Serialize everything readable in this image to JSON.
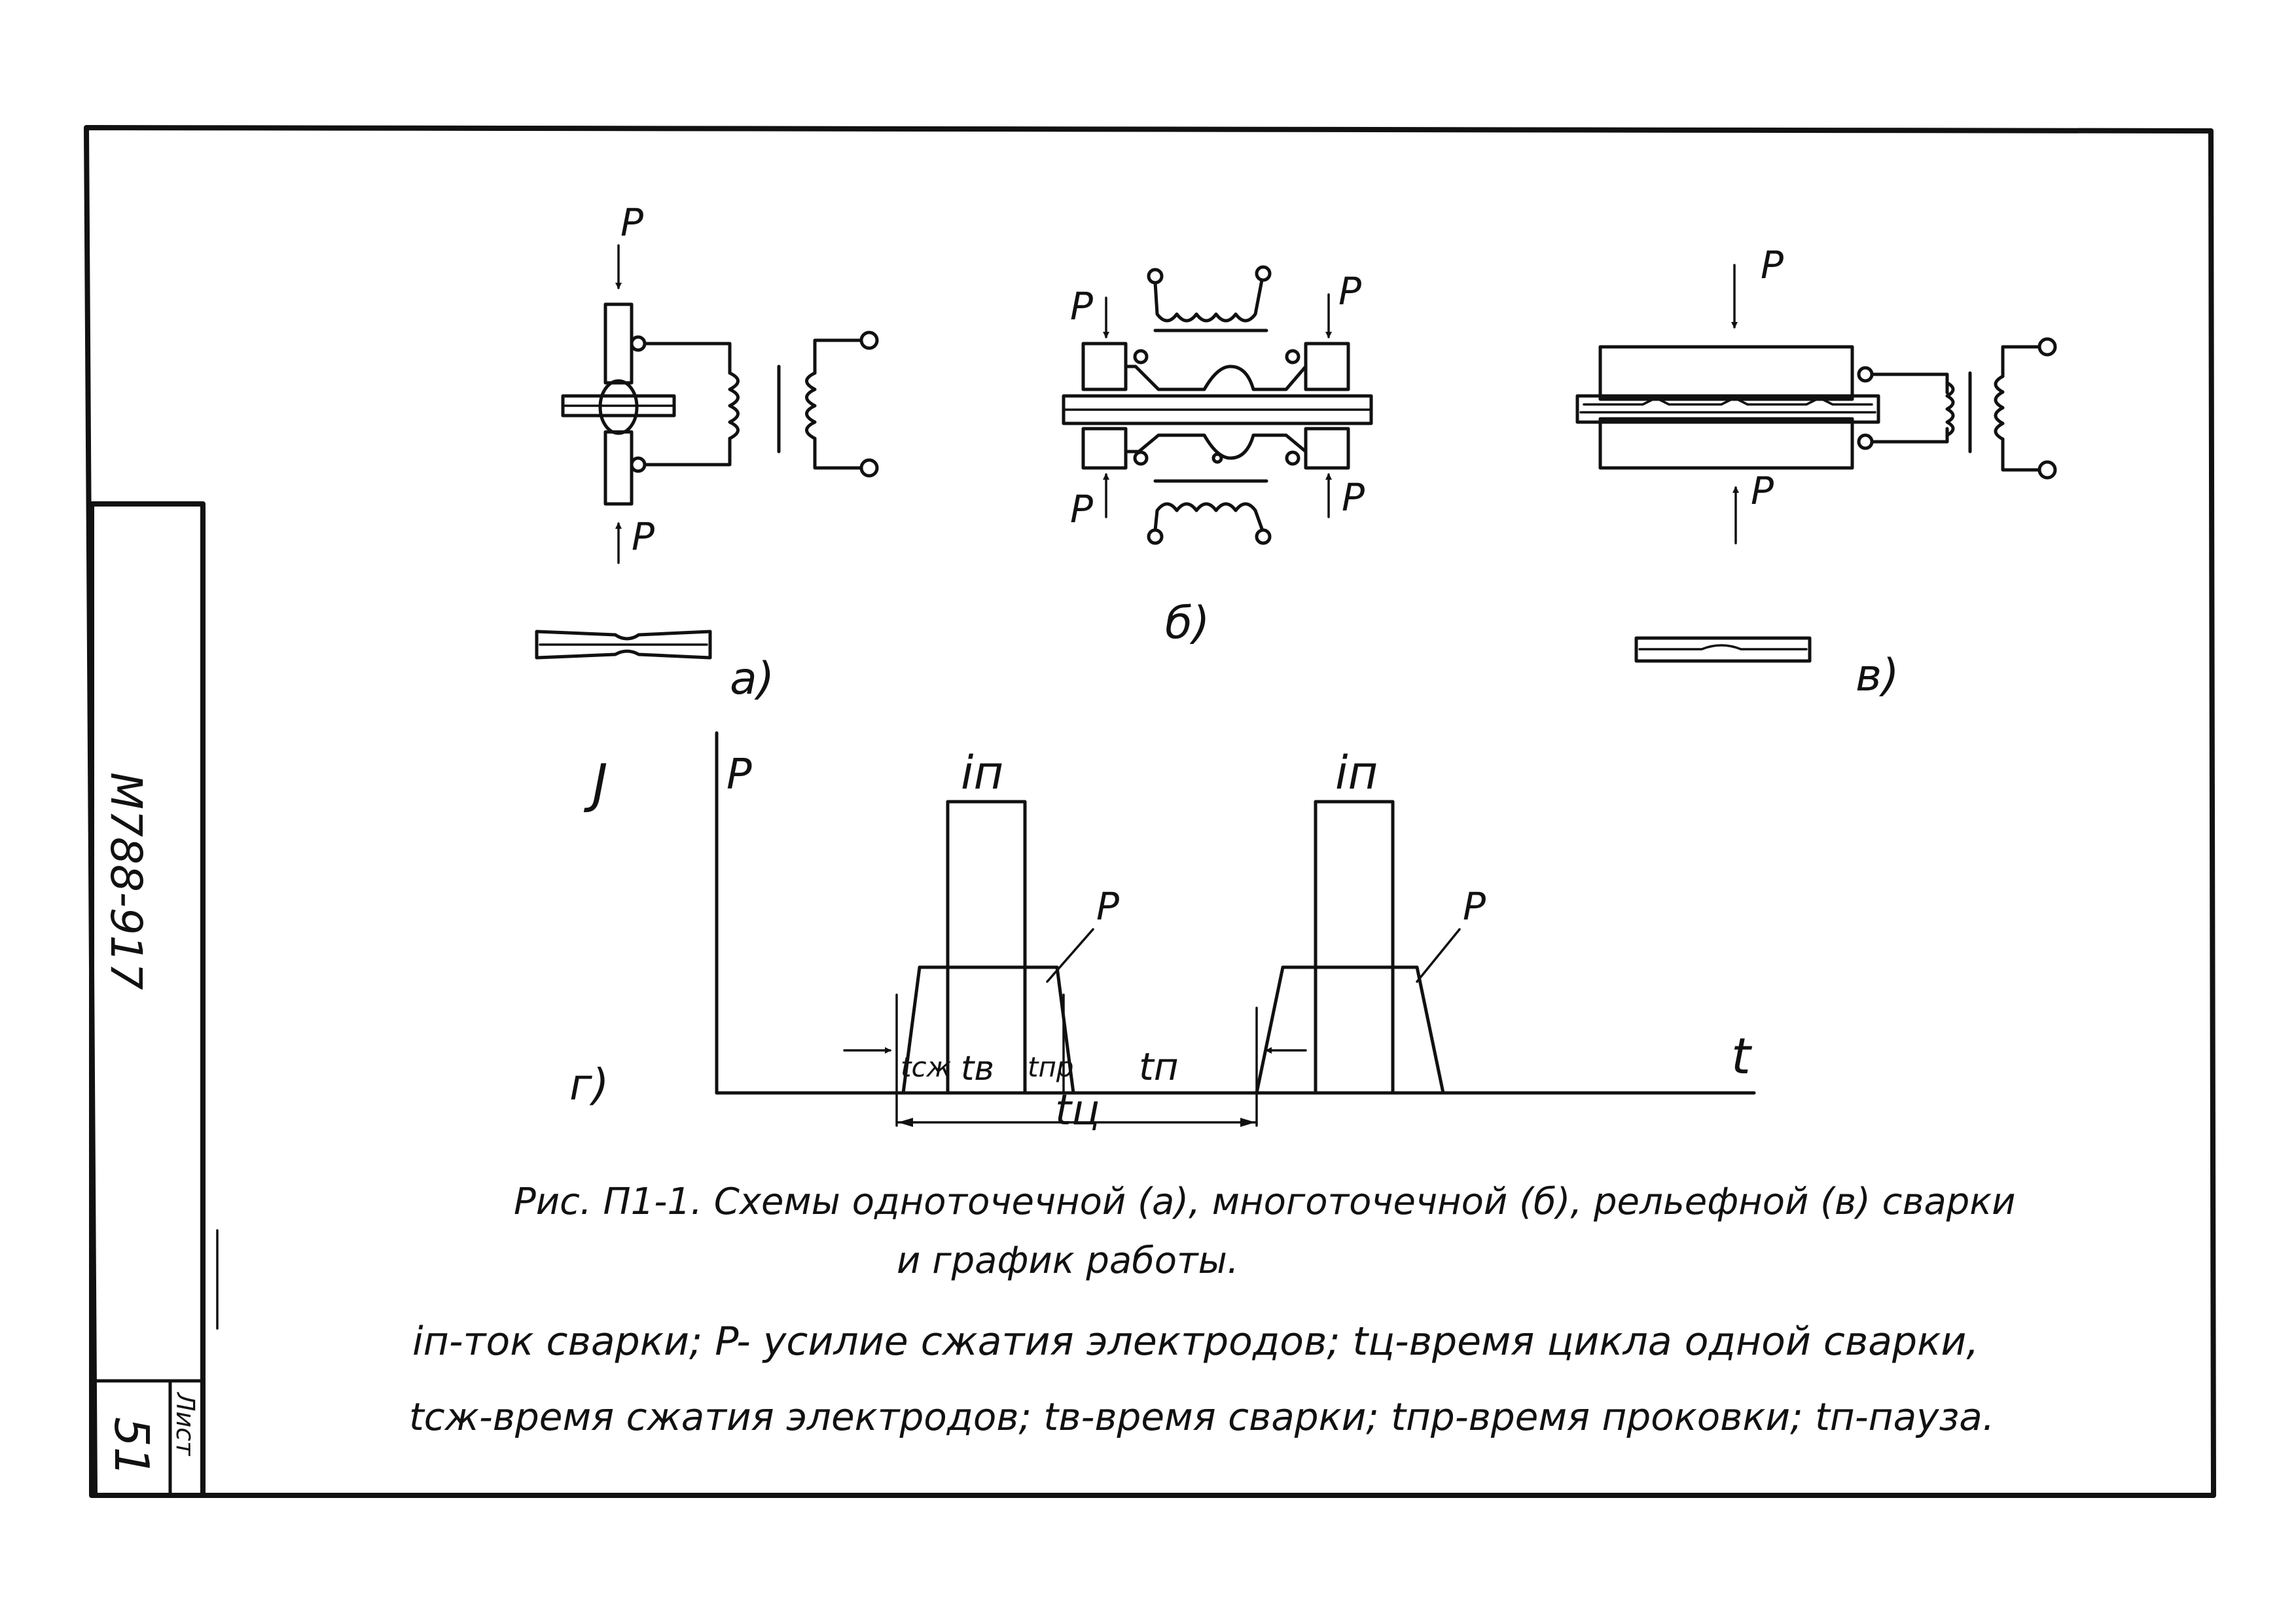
{
  "side_stamp": {
    "document_code": "М788-917",
    "sheet_label": "Лист",
    "sheet_number": "51"
  },
  "labels": {
    "force": "P",
    "variant_a": "а)",
    "variant_b": "б)",
    "variant_c": "в)",
    "variant_d": "г)"
  },
  "graph": {
    "y_label_current": "J",
    "y_label_force": "P",
    "x_label": "t",
    "pulse_label": "iп",
    "force_curve_label": "P",
    "t_compression": "tсж",
    "t_weld": "tв",
    "t_forging": "tпр",
    "t_pause": "tп",
    "t_cycle": "tц"
  },
  "caption": {
    "line1": "Рис. П1-1. Схемы одноточечной (а), многоточечной (б), рельефной (в) сварки",
    "line2": "и график работы."
  },
  "legend": {
    "line1": "iп-ток сварки; P- усилие сжатия электродов; tц-время цикла одной сварки,",
    "line2": "tсж-время сжатия электродов; tв-время сварки; tпр-время проковки; tп-пауза."
  }
}
